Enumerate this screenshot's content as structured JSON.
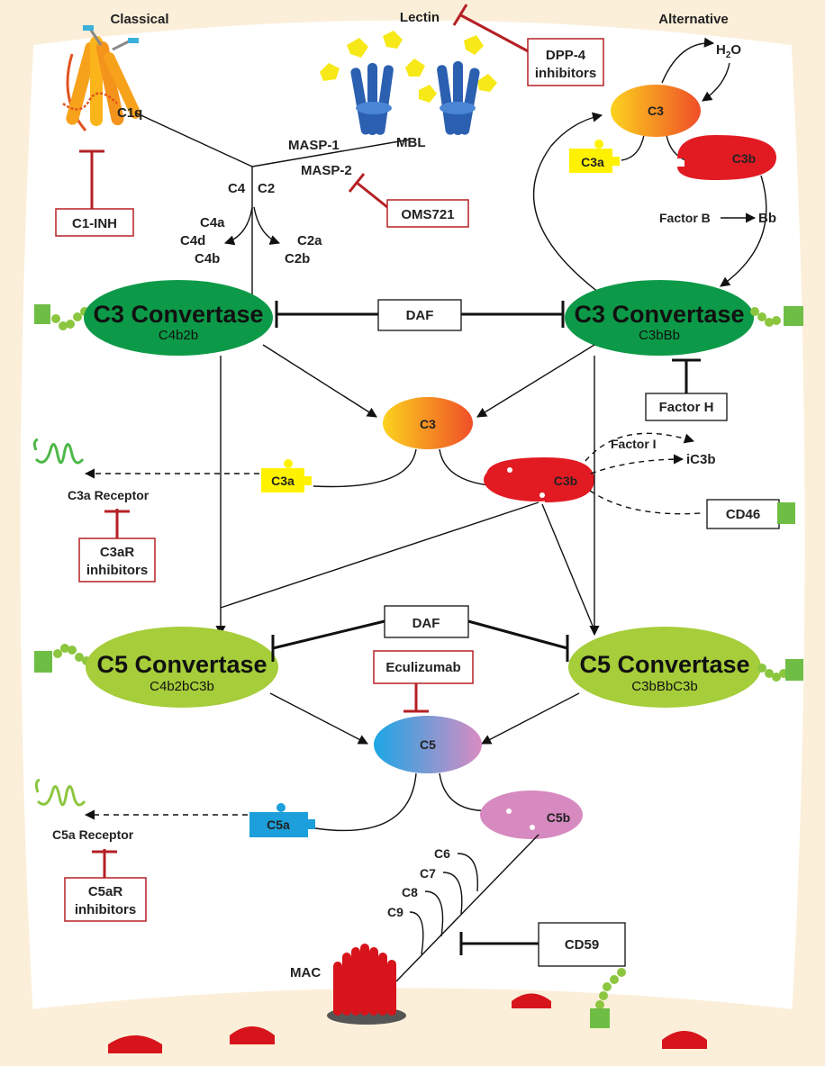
{
  "pathways": {
    "classical": "Classical",
    "lectin": "Lectin",
    "alternative": "Alternative"
  },
  "molecules": {
    "c1q": "C1q",
    "masp1": "MASP-1",
    "masp2": "MASP-2",
    "mbl": "MBL",
    "c4": "C4",
    "c2": "C2",
    "c4a": "C4a",
    "c4d": "C4d",
    "c4b": "C4b",
    "c2a": "C2a",
    "c2b": "C2b",
    "h2o": "H",
    "h2o_sub": "2",
    "h2o_tail": "O",
    "c3_alt": "C3",
    "c3a_alt": "C3a",
    "c3b_alt": "C3b",
    "factor_b": "Factor B",
    "bb": "Bb",
    "c3_center": "C3",
    "c3a_center": "C3a",
    "c3b_center": "C3b",
    "factor_i": "Factor I",
    "ic3b": "iC3b",
    "c3a_receptor": "C3a Receptor",
    "c5": "C5",
    "c5a": "C5a",
    "c5b": "C5b",
    "c5a_receptor": "C5a Receptor",
    "c6": "C6",
    "c7": "C7",
    "c8": "C8",
    "c9": "C9",
    "mac": "MAC"
  },
  "convertases": {
    "c3_classical_title": "C3 Convertase",
    "c3_classical_sub": "C4b2b",
    "c3_alt_title": "C3 Convertase",
    "c3_alt_sub": "C3bBb",
    "c5_classical_title": "C5 Convertase",
    "c5_classical_sub": "C4b2bC3b",
    "c5_alt_title": "C5 Convertase",
    "c5_alt_sub": "C3bBbC3b"
  },
  "regulators": {
    "daf_top": "DAF",
    "daf_bottom": "DAF",
    "factor_h": "Factor H",
    "cd46": "CD46",
    "cd59": "CD59"
  },
  "inhibitors": {
    "dpp4_line1": "DPP-4",
    "dpp4_line2": "inhibitors",
    "c1inh": "C1-INH",
    "oms721": "OMS721",
    "c3ar_line1": "C3aR",
    "c3ar_line2": "inhibitors",
    "eculizumab": "Eculizumab",
    "c5ar_line1": "C5aR",
    "c5ar_line2": "inhibitors"
  },
  "colors": {
    "membrane": "#fbefd9",
    "c3_convertase": "#0d9a48",
    "c5_convertase": "#a6cd3a",
    "c3a": "#fff200",
    "c3b": "#e21b23",
    "c5a": "#1c9fdb",
    "c5b": "#d68ac0",
    "inhibitor": "#b52025",
    "mac": "#d7141b"
  }
}
